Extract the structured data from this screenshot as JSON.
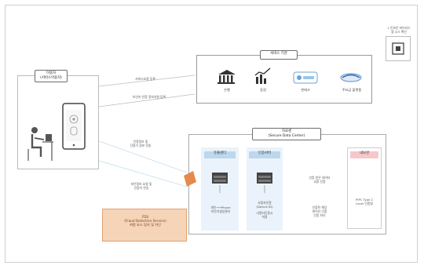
{
  "user_box": {
    "title_line1": "이용자",
    "title_line2": "(서비스이용자)"
  },
  "service_org": {
    "title": "서비스 기관",
    "items": [
      "은행",
      "증권",
      "핀테크",
      "주요금 플랫폼"
    ]
  },
  "top_right": {
    "line1": "1 인보안 바이러스",
    "line2": "앱 소스 확인"
  },
  "data_center": {
    "title": "자료센",
    "subtitle": "(Secure Data Center)",
    "col1_header": "유출센터",
    "col1_text1": "개인→→Phone",
    "col1_text2": "보안키생성관리",
    "col2_header": "인증서버",
    "col2_text1": "사용자인증",
    "col2_text2": "(Device ID)",
    "col2_text3": "사용자인증시",
    "col2_text4": "허용",
    "col3_header": "내보관",
    "col3_text1": "PIPC Type 2",
    "col3_text2": "Level 인증됨",
    "mid_label1_l1": "인증 받은 데이터",
    "mid_label1_l2": "교환 인증",
    "mid_label2_l1": "인증된 해당",
    "mid_label2_l2": "데이터 인증",
    "mid_label2_l3": "인증 처리"
  },
  "edges": {
    "e1": "서비스요청 등록",
    "e2": "보안키·인증 정보자원 등록",
    "e3_l1": "인증정보 및",
    "e3_l2": "단말기 정보 전송",
    "e4_l1": "보안정보 요청 및",
    "e4_l2": "인증키 전송"
  },
  "fds": {
    "line1": "FDS",
    "line2": "(Fraud Detection Service)",
    "line3": "위험 요소 탐지 및 차단"
  },
  "colors": {
    "blue_light": "#cfe4f5",
    "pink": "#f6c7c9",
    "orange": "#f4cfae",
    "green_panel": "#d6ece4"
  }
}
